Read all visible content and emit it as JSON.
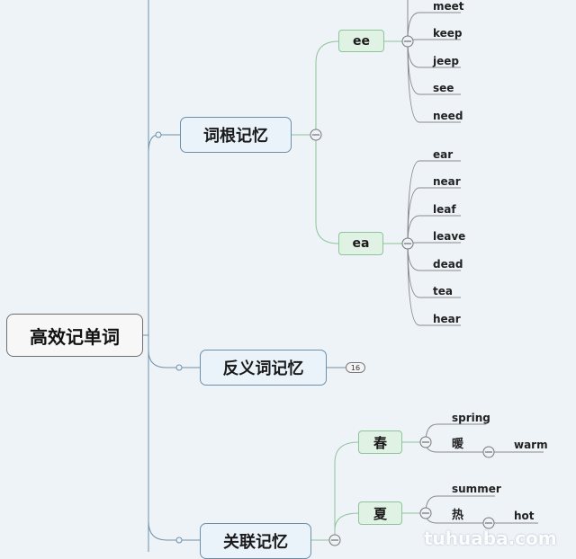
{
  "root": {
    "label": "高效记单词"
  },
  "branches": [
    {
      "label": "词根记忆",
      "children": [
        {
          "label": "ee",
          "leaves": [
            "meet",
            "keep",
            "jeep",
            "see",
            "need"
          ]
        },
        {
          "label": "ea",
          "leaves": [
            "ear",
            "near",
            "leaf",
            "leave",
            "dead",
            "tea",
            "hear"
          ]
        }
      ]
    },
    {
      "label": "反义词记忆",
      "collapsed_count": "16"
    },
    {
      "label": "关联记忆",
      "children": [
        {
          "label": "春",
          "leaves": [
            "spring",
            "暖"
          ],
          "sub_leaf": "warm"
        },
        {
          "label": "夏",
          "leaves": [
            "summer",
            "热"
          ],
          "sub_leaf": "hot"
        }
      ]
    }
  ],
  "watermark": "tuhuaba.com",
  "colors": {
    "main_line": "#6e8fa8",
    "sub_line": "#8fc39b",
    "leaf_line": "#8a8a8a"
  }
}
